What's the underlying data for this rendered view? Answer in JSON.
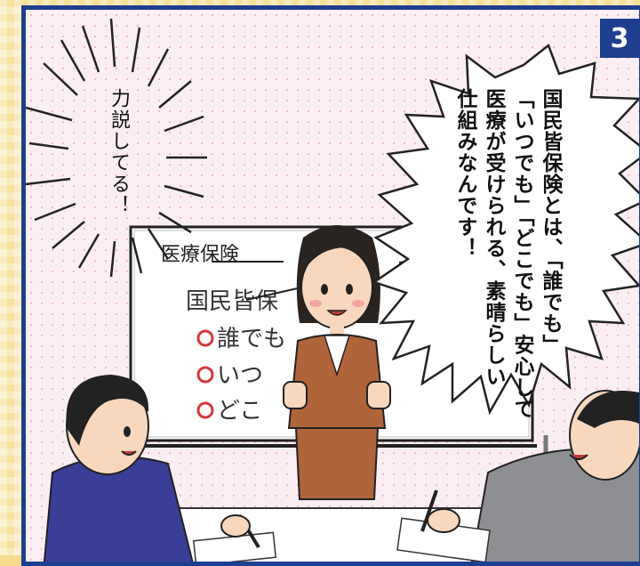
{
  "panel": {
    "number": "3"
  },
  "speech_bubble": {
    "lines": [
      "国民皆保険とは、「誰でも」",
      "「いつでも」「どこでも」安心して",
      "医療が受けられる、素晴らしい",
      "仕組みなんです！"
    ]
  },
  "side_comment": {
    "text": "力説してる！"
  },
  "whiteboard": {
    "title": "医療保険",
    "line1": "国民皆保",
    "line2": "誰でも",
    "line3": "いつ",
    "line4": "どこ"
  },
  "colors": {
    "frame": "#1e3f8f",
    "border_checker": "#f7e19b",
    "background_dots": "#f1b9c6",
    "speaker_suit": "#b0643a"
  }
}
